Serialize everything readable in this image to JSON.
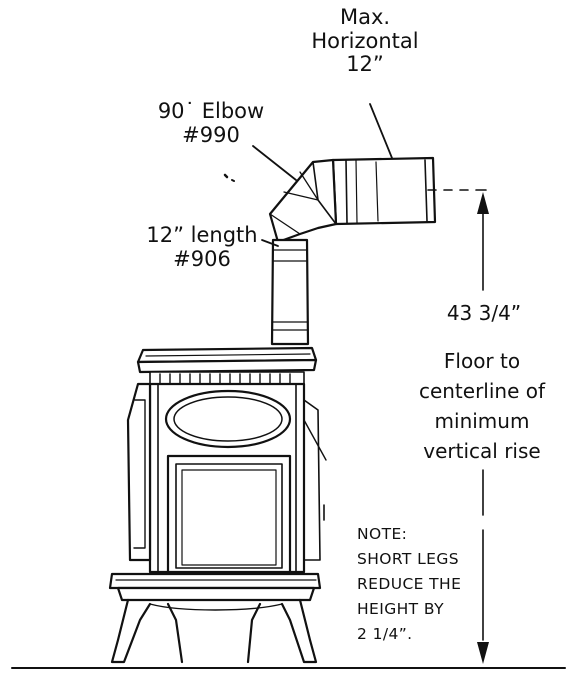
{
  "labels": {
    "max_horizontal": [
      "Max.",
      "Horizontal",
      "12”"
    ],
    "elbow": [
      "90˙ Elbow",
      "#990"
    ],
    "length": [
      "12” length",
      "#906"
    ],
    "dimension": "43 3/4”",
    "floor_to_centerline": [
      "Floor to",
      "centerline of",
      "minimum",
      "vertical rise"
    ],
    "note": [
      "NOTE:",
      "SHORT LEGS",
      "REDUCE THE",
      "HEIGHT BY",
      "2 1/4”."
    ]
  },
  "colors": {
    "ink": "#111111",
    "background": "#ffffff"
  },
  "icons": [
    "stove-body",
    "stove-pipe",
    "elbow",
    "dimension-arrow"
  ]
}
